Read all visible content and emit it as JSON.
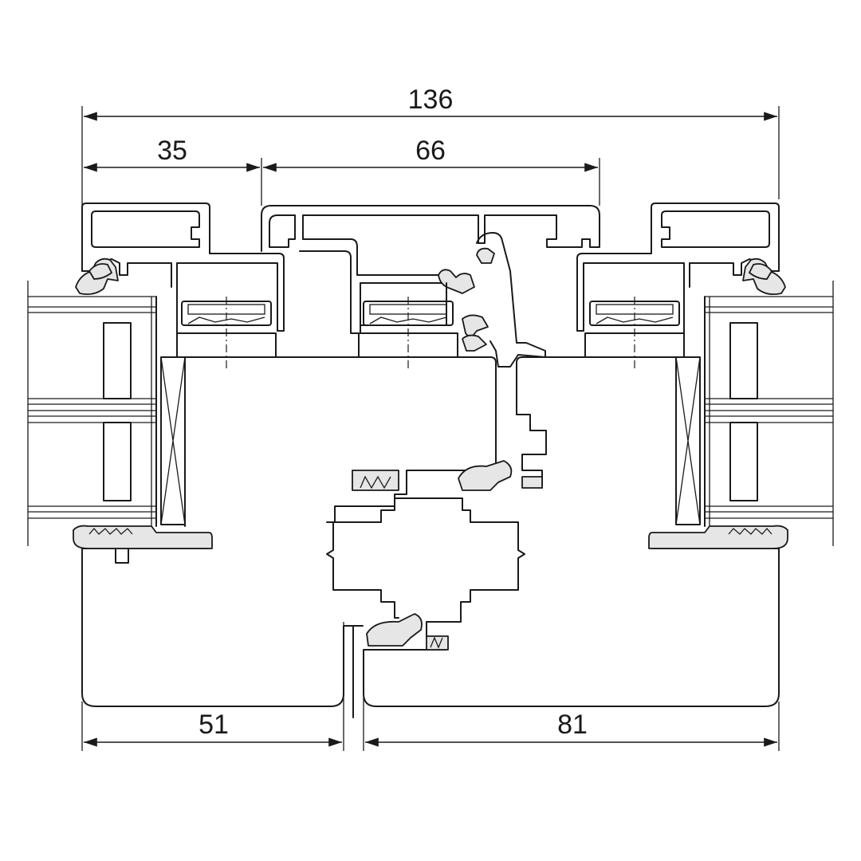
{
  "dimensions": {
    "overall": "136",
    "left_top": "35",
    "center_top": "66",
    "left_bottom": "51",
    "right_bottom": "81"
  }
}
